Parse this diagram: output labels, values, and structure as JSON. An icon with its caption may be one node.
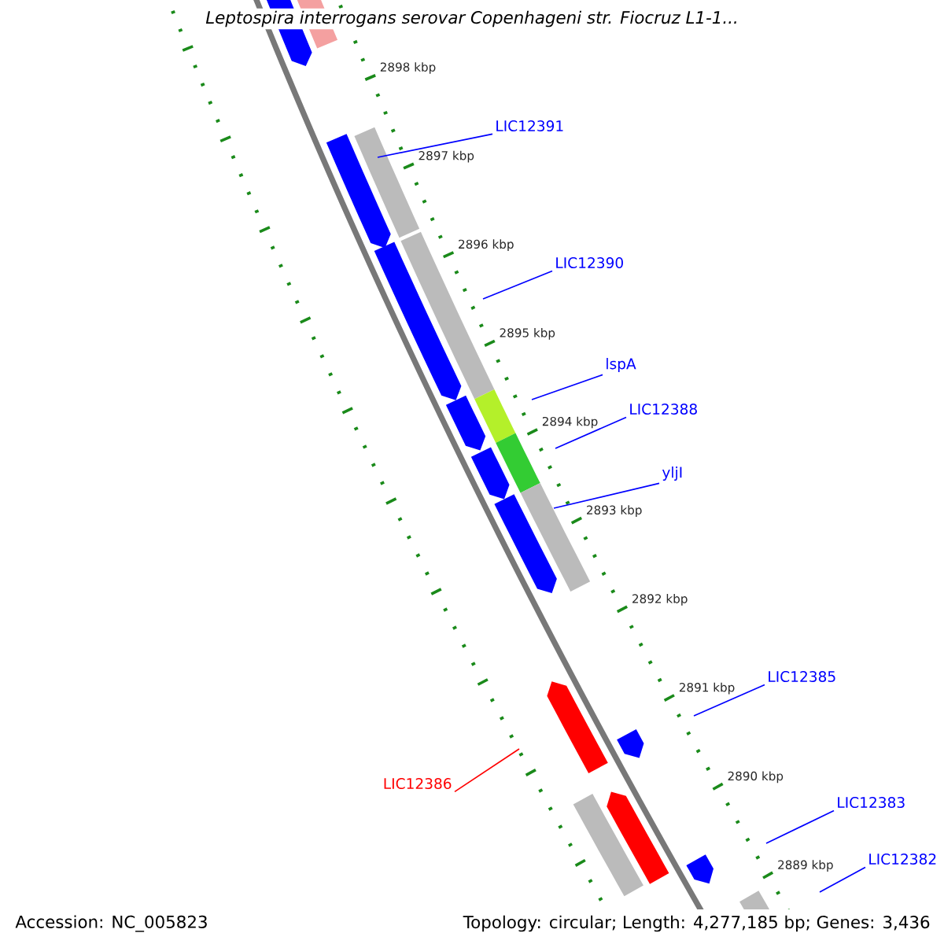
{
  "diagram": {
    "title": "Leptospira interrogans serovar Copenhageni str. Fiocruz L1-1...",
    "nodes": [
      {
        "text": [
          "LIC12391"
        ]
      },
      {
        "text": [
          "LIC12390"
        ]
      },
      {
        "text": [
          "lspA"
        ]
      },
      {
        "text": [
          "LIC12388"
        ]
      },
      {
        "text": [
          "yljI"
        ]
      },
      {
        "text": [
          "LIC12385"
        ]
      },
      {
        "text": [
          "LIC12386"
        ]
      },
      {
        "text": [
          "LIC12383"
        ]
      },
      {
        "text": [
          "LIC12382"
        ]
      }
    ],
    "edges": [
      {
        "from": 0,
        "to": null,
        "arrow": "none"
      },
      {
        "from": 1,
        "to": null,
        "arrow": "none"
      },
      {
        "from": 2,
        "to": null,
        "arrow": "none"
      },
      {
        "from": 3,
        "to": null,
        "arrow": "none"
      },
      {
        "from": 4,
        "to": null,
        "arrow": "none"
      },
      {
        "from": 5,
        "to": null,
        "arrow": "none"
      },
      {
        "from": 6,
        "to": null,
        "arrow": "none",
        "color": "#ff0000"
      },
      {
        "from": 7,
        "to": null,
        "arrow": "none"
      },
      {
        "from": 8,
        "to": null,
        "arrow": "none"
      }
    ],
    "labels": [
      "2898 kbp",
      "2897 kbp",
      "2896 kbp",
      "2895 kbp",
      "2894 kbp",
      "2893 kbp",
      "2892 kbp",
      "2891 kbp",
      "2890 kbp",
      "2889 kbp",
      "Accession: NC_005823",
      "Topology: circular; Length: 4,277,185 bp; Genes: 3,436"
    ]
  }
}
